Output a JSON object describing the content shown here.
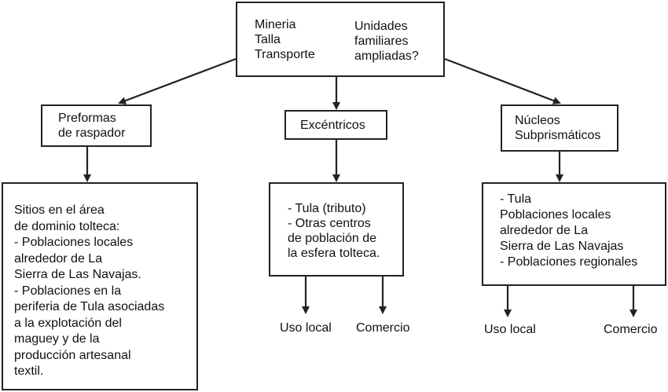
{
  "top": {
    "left_text": "Mineria\nTalla\nTransporte",
    "right_text": "Unidades\nfamiliares\nampliadas?"
  },
  "mid": {
    "left_label": "Preformas\nde raspador",
    "center_label": "Excéntricos",
    "right_label": "Núcleos\nSubprismáticos"
  },
  "bottom": {
    "left_text": "Sitios en el área\nde dominio tolteca:\n- Poblaciones locales\nalrededor de La\nSierra de Las Navajas.\n- Poblaciones en la\nperiferia de Tula asociadas\na la explotación del\nmaguey y de la\nproducción artesanal\ntextil.",
    "center_text": "- Tula (tributo)\n- Otras centros\nde población de\nla esfera tolteca.",
    "right_text": "- Tula\nPoblaciones locales\nalrededor de La\nSierra de Las Navajas\n- Poblaciones regionales"
  },
  "outcomes": {
    "center_local": "Uso local",
    "center_trade": "Comercio",
    "right_local": "Uso local",
    "right_trade": "Comercio"
  },
  "colors": {
    "stroke": "#222222",
    "background": "#ffffff"
  }
}
